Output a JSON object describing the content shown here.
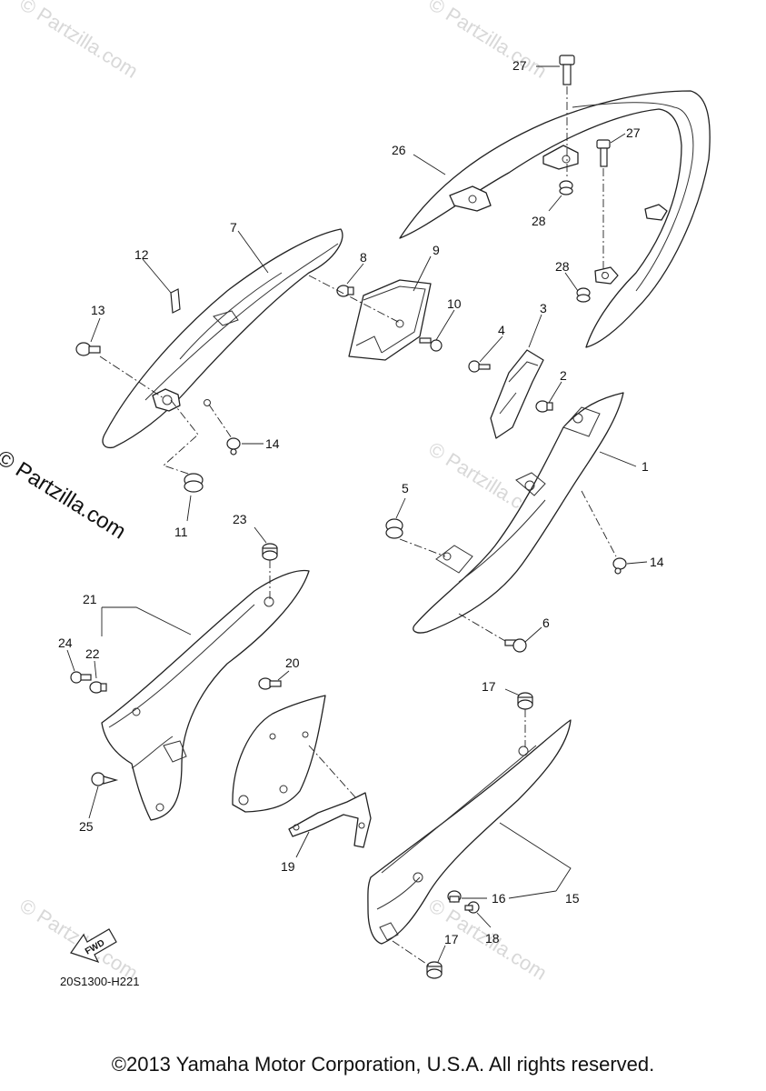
{
  "watermark": "© Partzilla.com",
  "diagram_code": "20S1300-H221",
  "fwd_label": "FWD",
  "copyright": "©2013 Yamaha Motor Corporation, U.S.A. All rights reserved.",
  "callouts": {
    "c1": "1",
    "c2": "2",
    "c3": "3",
    "c4": "4",
    "c5": "5",
    "c6": "6",
    "c7": "7",
    "c8": "8",
    "c9": "9",
    "c10": "10",
    "c11": "11",
    "c12": "12",
    "c13": "13",
    "c14a": "14",
    "c14b": "14",
    "c15": "15",
    "c16": "16",
    "c17a": "17",
    "c17b": "17",
    "c18": "18",
    "c19": "19",
    "c20": "20",
    "c21": "21",
    "c22": "22",
    "c23": "23",
    "c24": "24",
    "c25": "25",
    "c26": "26",
    "c27a": "27",
    "c27b": "27",
    "c28a": "28",
    "c28b": "28"
  }
}
